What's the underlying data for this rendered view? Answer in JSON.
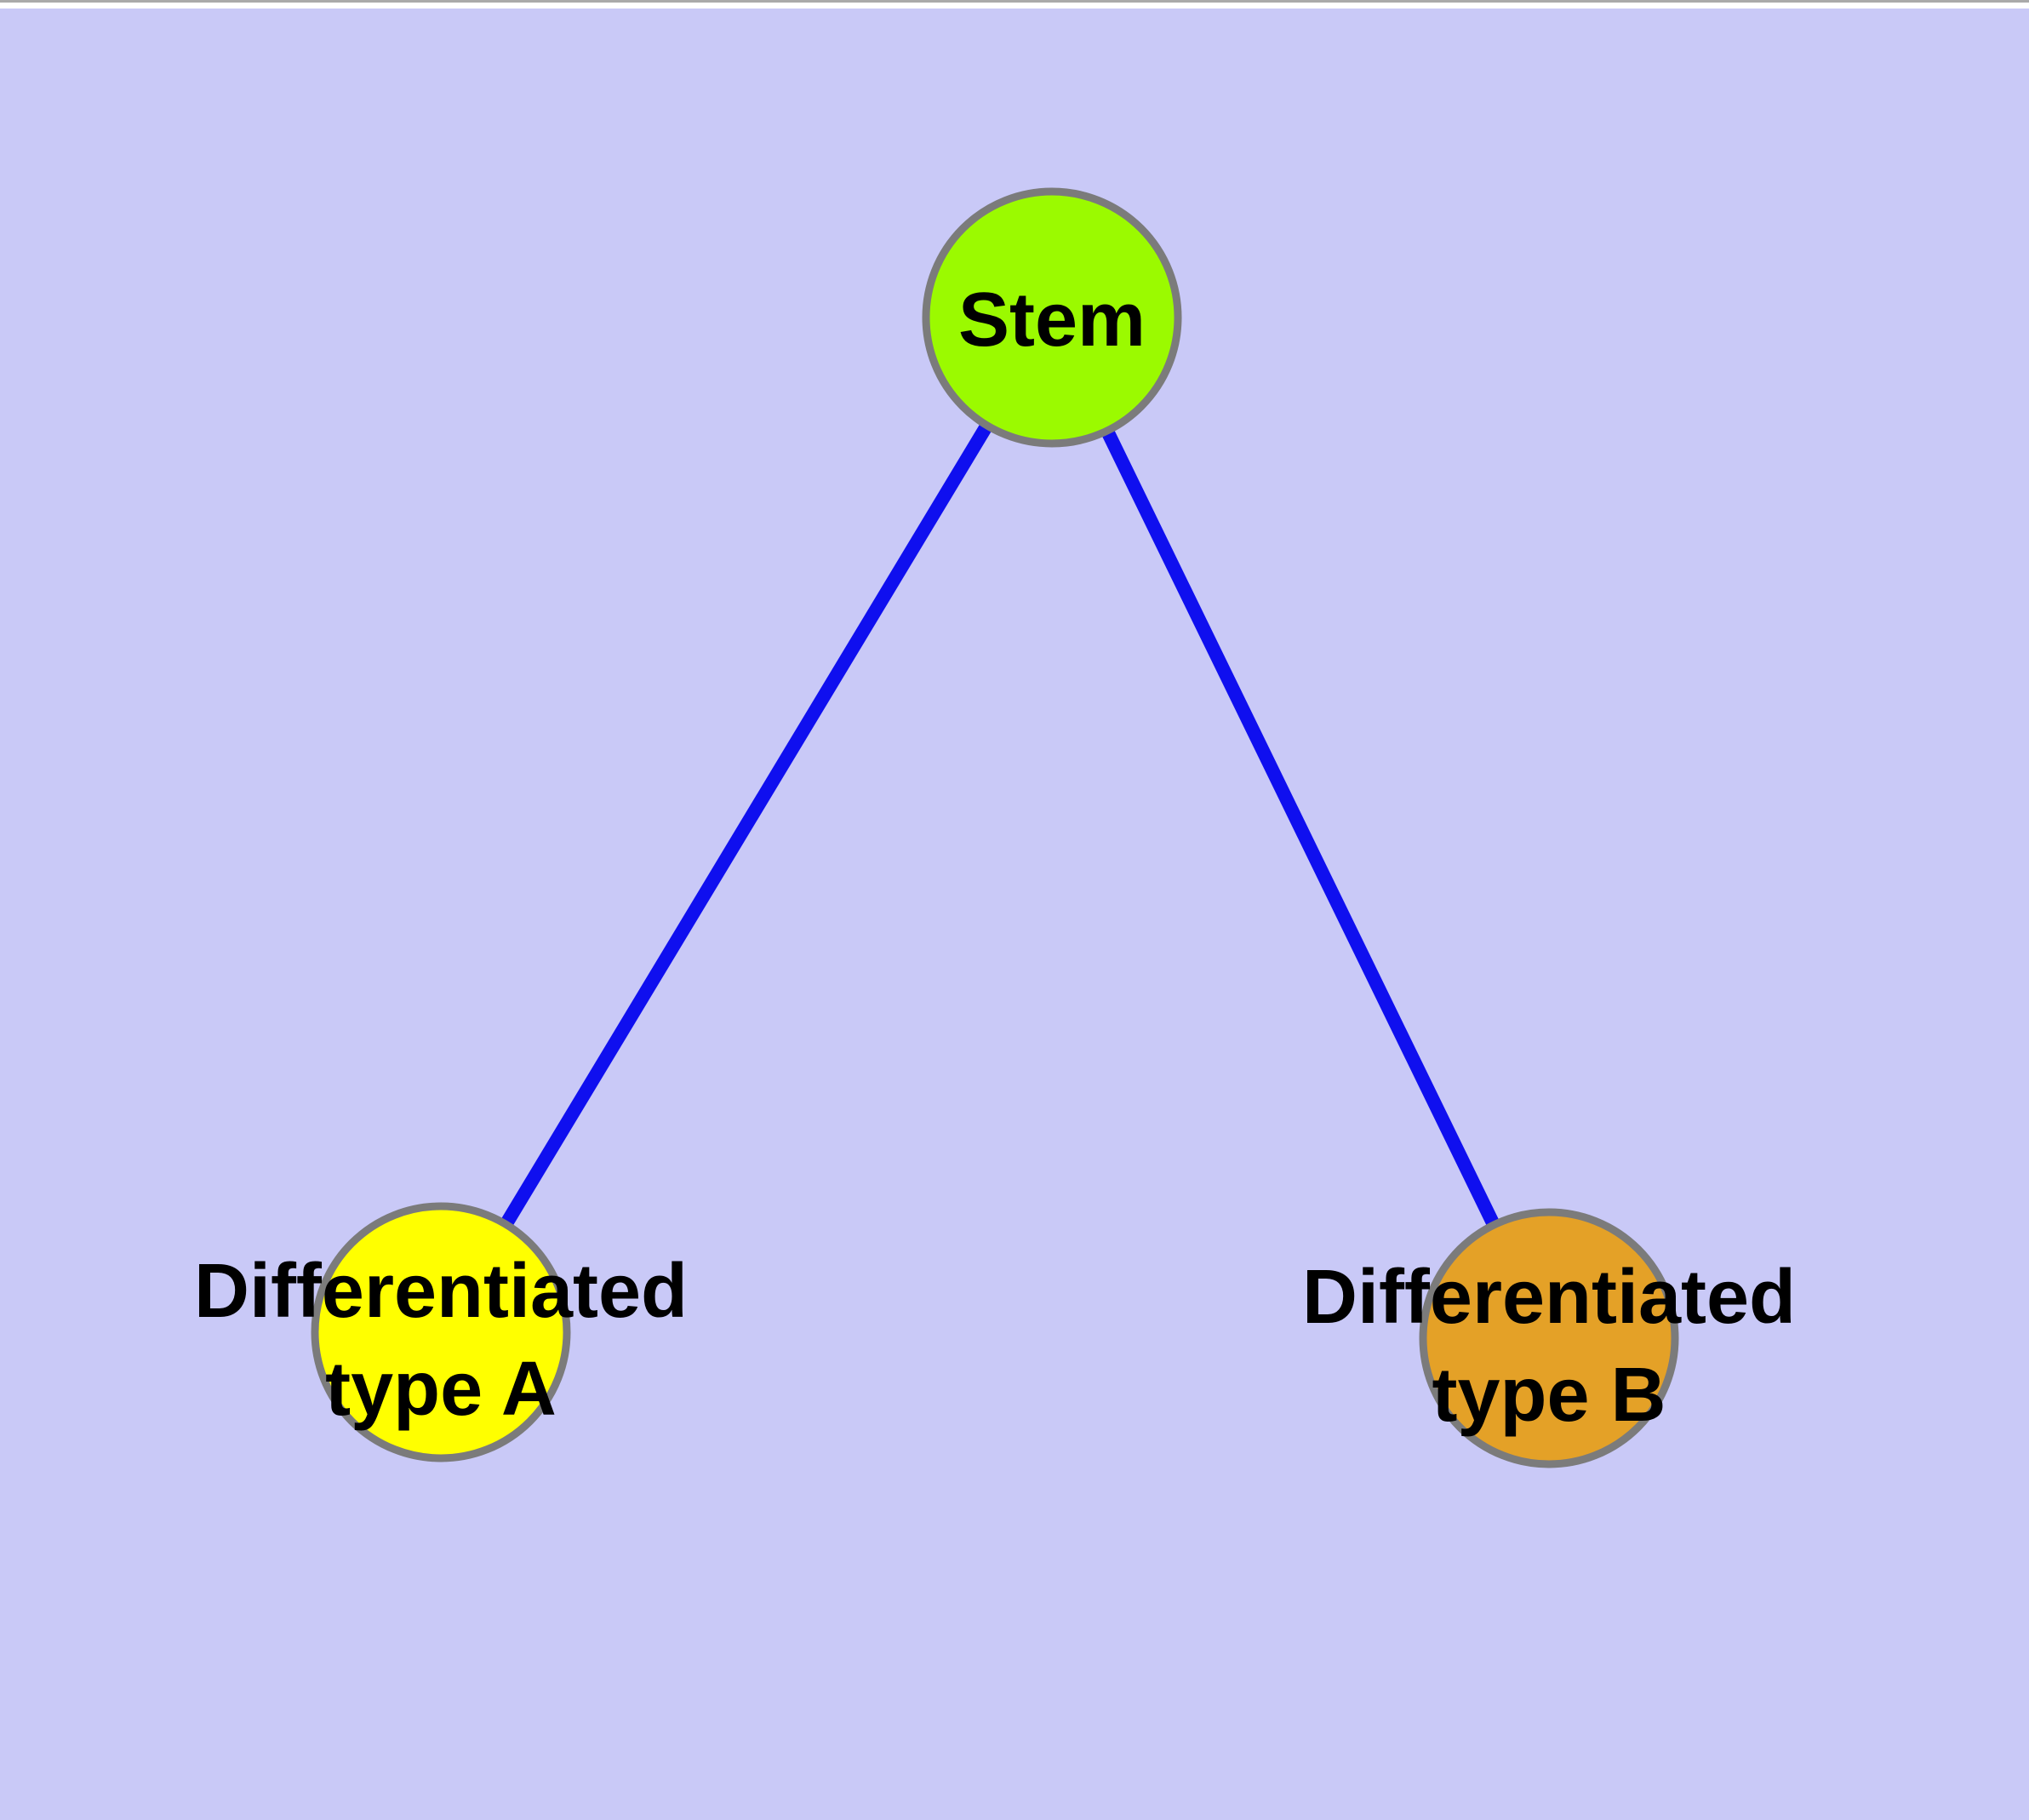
{
  "diagram": {
    "background_color": "#c9c9f7",
    "top_strip_color": "#ffffff",
    "top_edge_line_color": "#aaaaaa",
    "text_color": "#000000",
    "node_border_color": "#7b7b7b",
    "edge_color": "#0f0fef",
    "nodes": [
      {
        "id": "stem",
        "label": "Stem",
        "color": "#9bfa00",
        "border_color": "#7b7b7b"
      },
      {
        "id": "type-a",
        "label_line1": "Differentiated",
        "label_line2": "type A",
        "color": "#ffff00",
        "border_color": "#7b7b7b"
      },
      {
        "id": "type-b",
        "label_line1": "Differentiated",
        "label_line2": "type B",
        "color": "#e4a127",
        "border_color": "#7b7b7b"
      }
    ],
    "edges": [
      {
        "from": "stem",
        "to": "type-a",
        "color": "#0f0fef"
      },
      {
        "from": "stem",
        "to": "type-b",
        "color": "#0f0fef"
      }
    ]
  }
}
